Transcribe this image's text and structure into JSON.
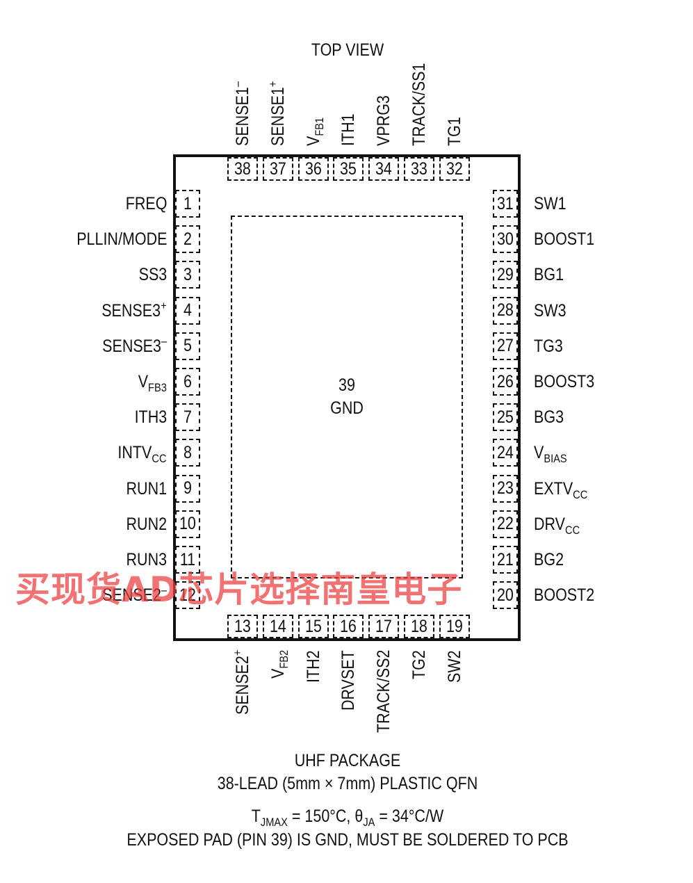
{
  "title": "TOP VIEW",
  "exposed_pad": {
    "number": "39",
    "label": "GND"
  },
  "pins_left": [
    {
      "num": "1",
      "name": "FREQ",
      "sub": "",
      "sup": ""
    },
    {
      "num": "2",
      "name": "PLLIN/MODE",
      "sub": "",
      "sup": ""
    },
    {
      "num": "3",
      "name": "SS3",
      "sub": "",
      "sup": ""
    },
    {
      "num": "4",
      "name": "SENSE3",
      "sub": "",
      "sup": "+"
    },
    {
      "num": "5",
      "name": "SENSE3",
      "sub": "",
      "sup": "–"
    },
    {
      "num": "6",
      "name": "V",
      "sub": "FB3",
      "sup": ""
    },
    {
      "num": "7",
      "name": "ITH3",
      "sub": "",
      "sup": ""
    },
    {
      "num": "8",
      "name": "INTV",
      "sub": "CC",
      "sup": ""
    },
    {
      "num": "9",
      "name": "RUN1",
      "sub": "",
      "sup": ""
    },
    {
      "num": "10",
      "name": "RUN2",
      "sub": "",
      "sup": ""
    },
    {
      "num": "11",
      "name": "RUN3",
      "sub": "",
      "sup": ""
    },
    {
      "num": "12",
      "name": "SENSE2",
      "sub": "",
      "sup": "–"
    }
  ],
  "pins_right": [
    {
      "num": "31",
      "name": "SW1",
      "sub": ""
    },
    {
      "num": "30",
      "name": "BOOST1",
      "sub": ""
    },
    {
      "num": "29",
      "name": "BG1",
      "sub": ""
    },
    {
      "num": "28",
      "name": "SW3",
      "sub": ""
    },
    {
      "num": "27",
      "name": "TG3",
      "sub": ""
    },
    {
      "num": "26",
      "name": "BOOST3",
      "sub": ""
    },
    {
      "num": "25",
      "name": "BG3",
      "sub": ""
    },
    {
      "num": "24",
      "name": "V",
      "sub": "BIAS"
    },
    {
      "num": "23",
      "name": "EXTV",
      "sub": "CC"
    },
    {
      "num": "22",
      "name": "DRV",
      "sub": "CC"
    },
    {
      "num": "21",
      "name": "BG2",
      "sub": ""
    },
    {
      "num": "20",
      "name": "BOOST2",
      "sub": ""
    }
  ],
  "pins_top": [
    {
      "num": "38",
      "name": "SENSE1",
      "sub": "",
      "sup": "–"
    },
    {
      "num": "37",
      "name": "SENSE1",
      "sub": "",
      "sup": "+"
    },
    {
      "num": "36",
      "name": "V",
      "sub": "FB1",
      "sup": ""
    },
    {
      "num": "35",
      "name": "ITH1",
      "sub": "",
      "sup": ""
    },
    {
      "num": "34",
      "name": "VPRG3",
      "sub": "",
      "sup": ""
    },
    {
      "num": "33",
      "name": "TRACK/SS1",
      "sub": "",
      "sup": ""
    },
    {
      "num": "32",
      "name": "TG1",
      "sub": "",
      "sup": ""
    }
  ],
  "pins_bottom": [
    {
      "num": "13",
      "name": "SENSE2",
      "sub": "",
      "sup": "+"
    },
    {
      "num": "14",
      "name": "V",
      "sub": "FB2",
      "sup": ""
    },
    {
      "num": "15",
      "name": "ITH2",
      "sub": "",
      "sup": ""
    },
    {
      "num": "16",
      "name": "DRVSET",
      "sub": "",
      "sup": ""
    },
    {
      "num": "17",
      "name": "TRACK/SS2",
      "sub": "",
      "sup": ""
    },
    {
      "num": "18",
      "name": "TG2",
      "sub": "",
      "sup": ""
    },
    {
      "num": "19",
      "name": "SW2",
      "sub": "",
      "sup": ""
    }
  ],
  "package": {
    "line1": "UHF PACKAGE",
    "line2": "38-LEAD (5mm × 7mm) PLASTIC QFN",
    "thermal_t": "T",
    "thermal_t_sub": "JMAX",
    "thermal_mid": " = 150°C, θ",
    "thermal_ja_sub": "JA",
    "thermal_end": " = 34°C/W",
    "line4": "EXPOSED PAD (PIN 39) IS GND, MUST BE SOLDERED TO PCB"
  },
  "watermark": "买现货AD芯片选择南皇电子"
}
